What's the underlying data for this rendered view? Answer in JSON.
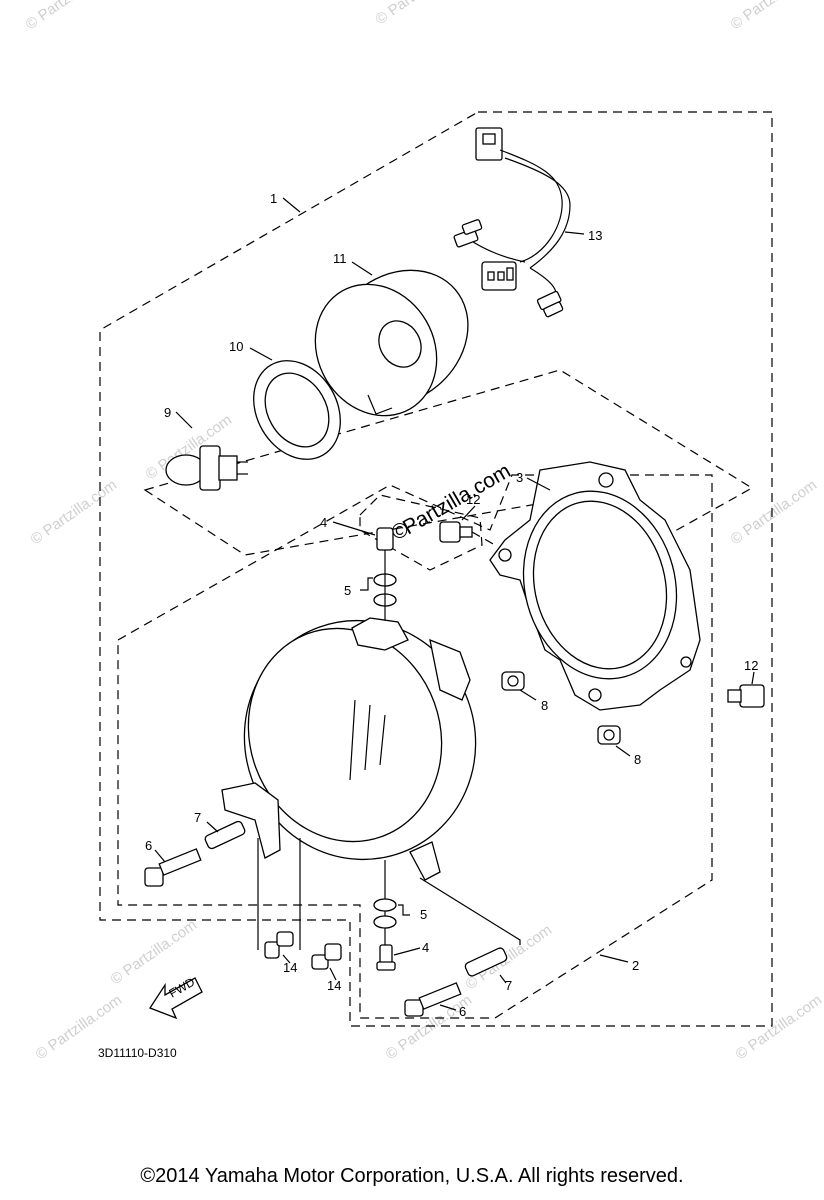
{
  "callouts": {
    "c1": "1",
    "c2": "2",
    "c3": "3",
    "c4a": "4",
    "c4b": "4",
    "c5a": "5",
    "c5b": "5",
    "c6a": "6",
    "c6b": "6",
    "c7a": "7",
    "c7b": "7",
    "c8a": "8",
    "c8b": "8",
    "c9": "9",
    "c10": "10",
    "c11": "11",
    "c12a": "12",
    "c12b": "12",
    "c13": "13",
    "c14a": "14",
    "c14b": "14"
  },
  "fwd_label": "FWD",
  "diagram_code": "3D11110-D310",
  "watermark": {
    "text": "© Partzilla.com",
    "center_text": "Partzilla.com",
    "center_symbol": "©"
  },
  "copyright": "©2014  Yamaha Motor Corporation, U.S.A. All rights reserved."
}
